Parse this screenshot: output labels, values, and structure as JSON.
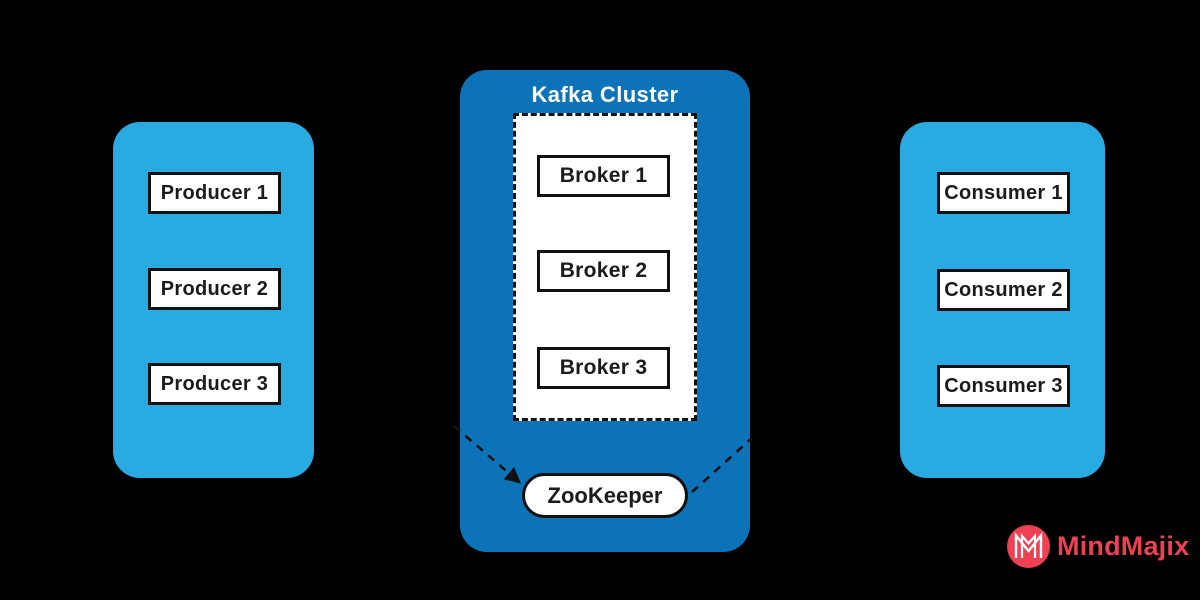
{
  "diagram": {
    "title": "Kafka Cluster",
    "producers": [
      "Producer 1",
      "Producer 2",
      "Producer 3"
    ],
    "brokers": [
      "Broker 1",
      "Broker 2",
      "Broker 3"
    ],
    "zookeeper": "ZooKeeper",
    "consumers": [
      "Consumer 1",
      "Consumer 2",
      "Consumer 3"
    ]
  },
  "branding": {
    "name": "MindMajix"
  },
  "colors": {
    "background": "#000000",
    "panel_light": "#29abe2",
    "panel_dark": "#0c73b8",
    "node_bg": "#ffffff",
    "node_border": "#111111",
    "title_text": "#ffffff",
    "node_text": "#1b1b1b",
    "brand_red": "#ee4154"
  }
}
